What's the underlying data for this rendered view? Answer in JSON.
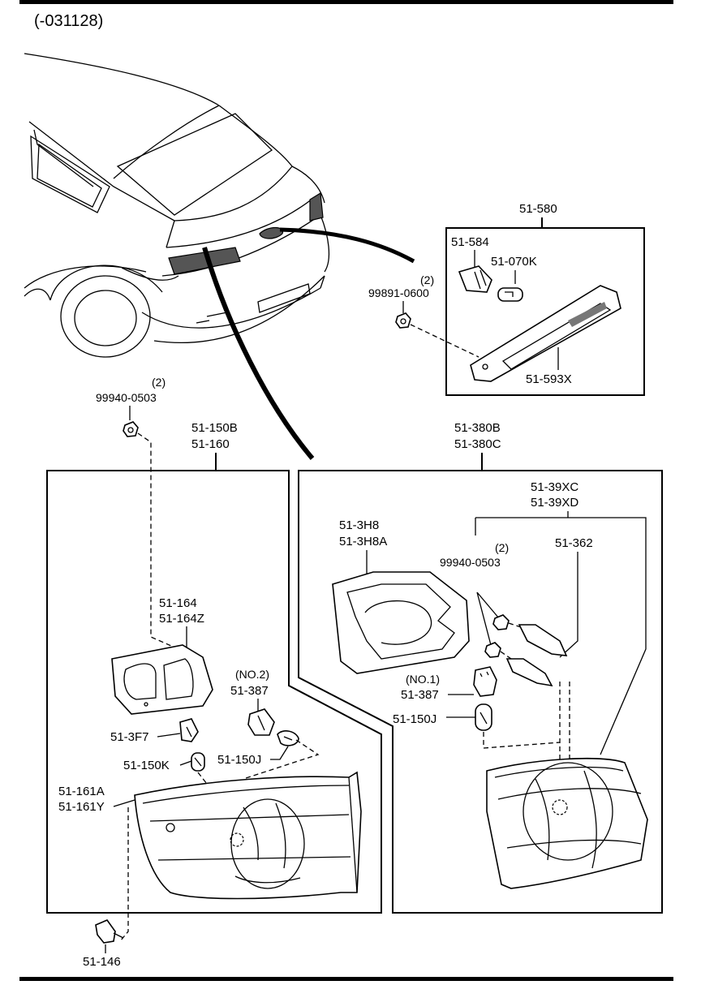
{
  "header": {
    "date_code": "(-031128)"
  },
  "labels": {
    "side_marker_assy": "51-580",
    "bulb_socket_marker": "51-584",
    "bulb_marker": "51-070K",
    "nut_marker_qty": "(2)",
    "nut_marker": "99891-0600",
    "marker_lens": "51-593X",
    "nut_rear_qty": "(2)",
    "nut_rear": "99940-0503",
    "rear_combo_l1": "51-150B",
    "rear_combo_l2": "51-160",
    "rear_inner_l1": "51-380B",
    "rear_inner_l2": "51-380C",
    "inner_lamp_l1": "51-39XC",
    "inner_lamp_l2": "51-39XD",
    "inner_bracket": "51-362",
    "gasket_inner_l1": "51-3H8",
    "gasket_inner_l2": "51-3H8A",
    "nut_inner_qty": "(2)",
    "nut_inner": "99940-0503",
    "gasket_outer_l1": "51-164",
    "gasket_outer_l2": "51-164Z",
    "socket_no2_note": "(NO.2)",
    "socket_no2": "51-387",
    "socket_no1_note": "(NO.1)",
    "socket_no1": "51-387",
    "bulb_inner": "51-150J",
    "socket_3f7": "51-3F7",
    "bulb_150k": "51-150K",
    "bulb_150j_outer": "51-150J",
    "lens_outer_l1": "51-161A",
    "lens_outer_l2": "51-161Y",
    "screw": "51-146"
  }
}
